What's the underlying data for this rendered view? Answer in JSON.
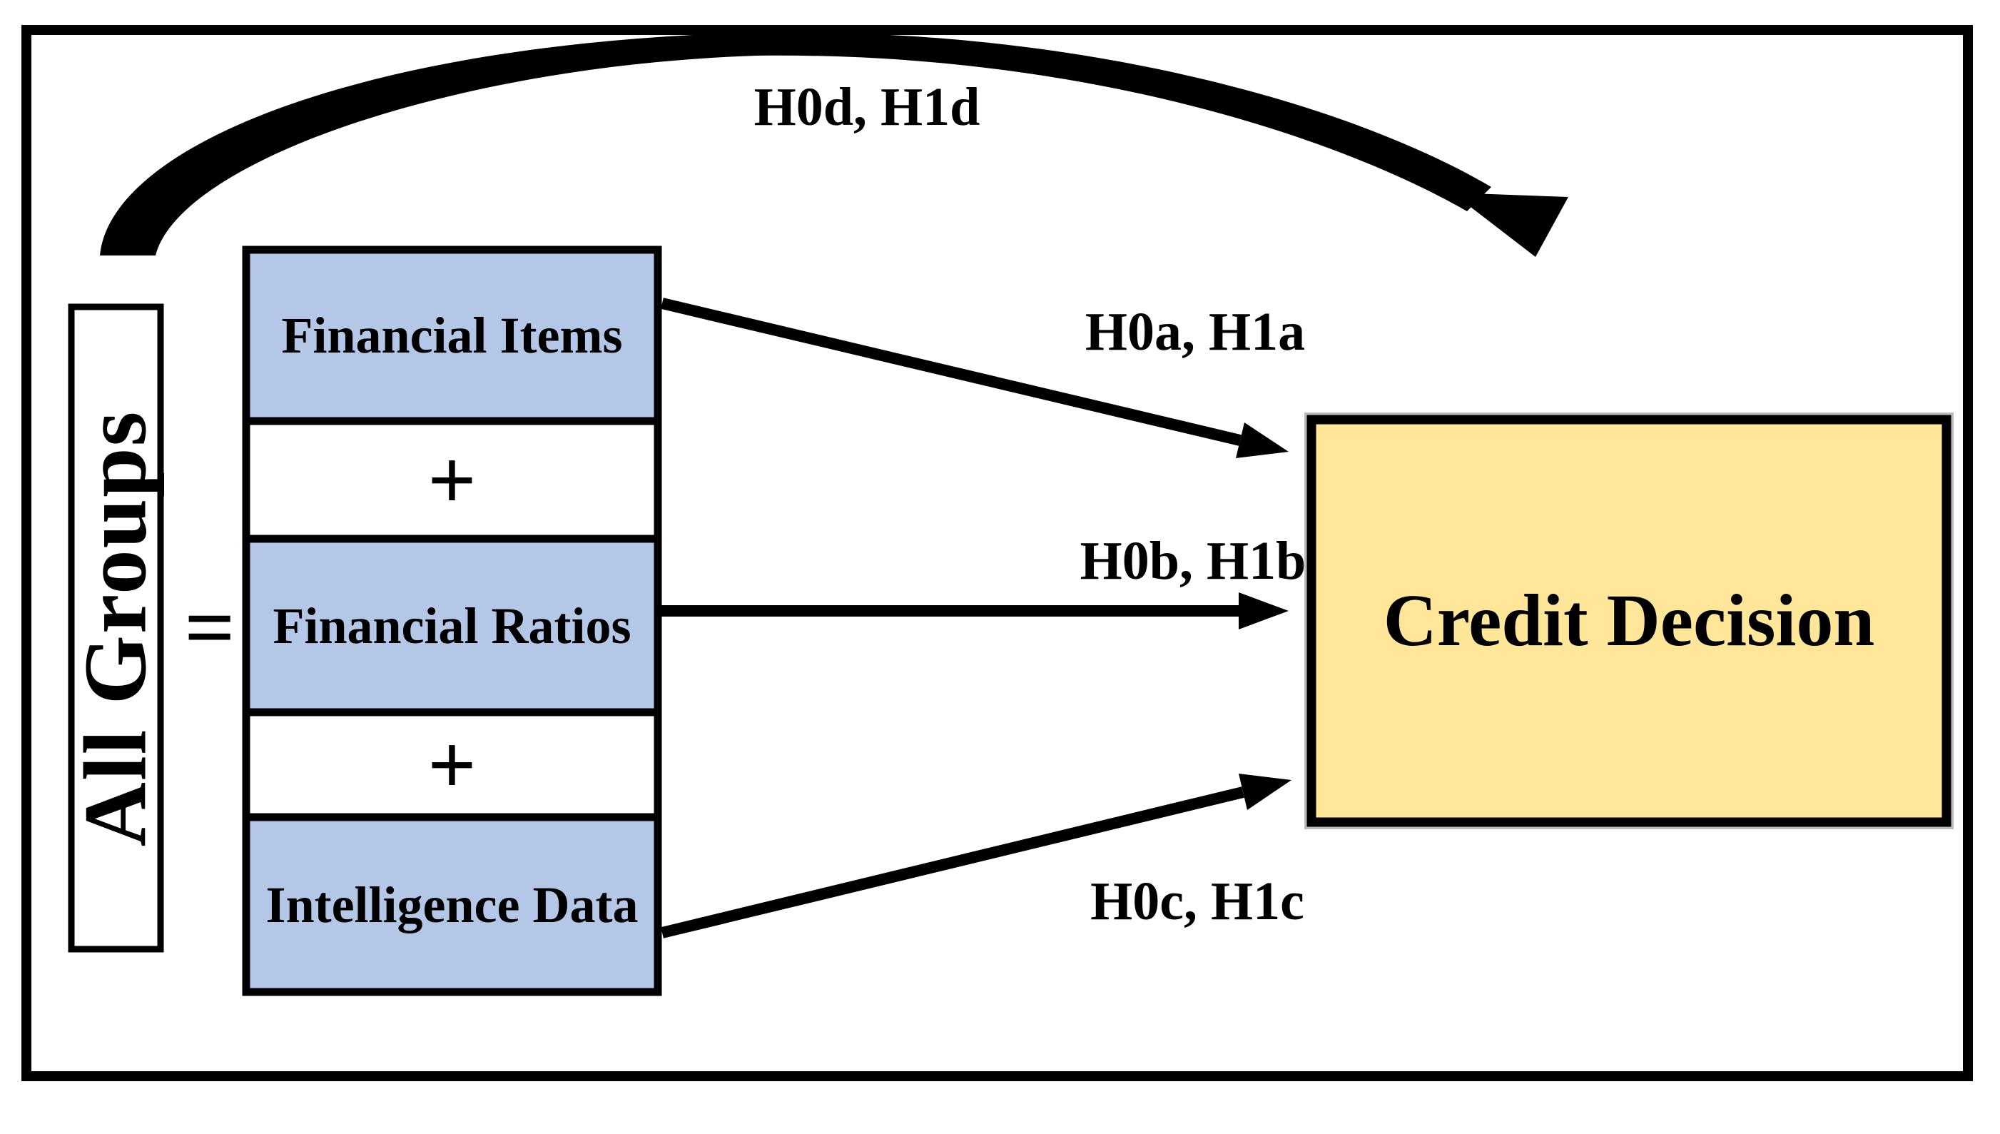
{
  "left_group": {
    "label": "All Groups",
    "equals": "="
  },
  "stack": {
    "items": [
      {
        "label": "Financial Items",
        "type": "component"
      },
      {
        "label": "+",
        "type": "operator"
      },
      {
        "label": "Financial Ratios",
        "type": "component"
      },
      {
        "label": "+",
        "type": "operator"
      },
      {
        "label": "Intelligence Data",
        "type": "component"
      }
    ]
  },
  "outcome": {
    "label": "Credit Decision"
  },
  "hypotheses": {
    "top_arc": "H0d, H1d",
    "path_a": "H0a, H1a",
    "path_b": "H0b, H1b",
    "path_c": "H0c, H1c"
  },
  "colors": {
    "component_fill": "#B4C7E7",
    "operator_fill": "#FFFFFF",
    "outcome_fill": "#FFE699",
    "box_fill": "#FFFFFF",
    "line": "#000000"
  }
}
